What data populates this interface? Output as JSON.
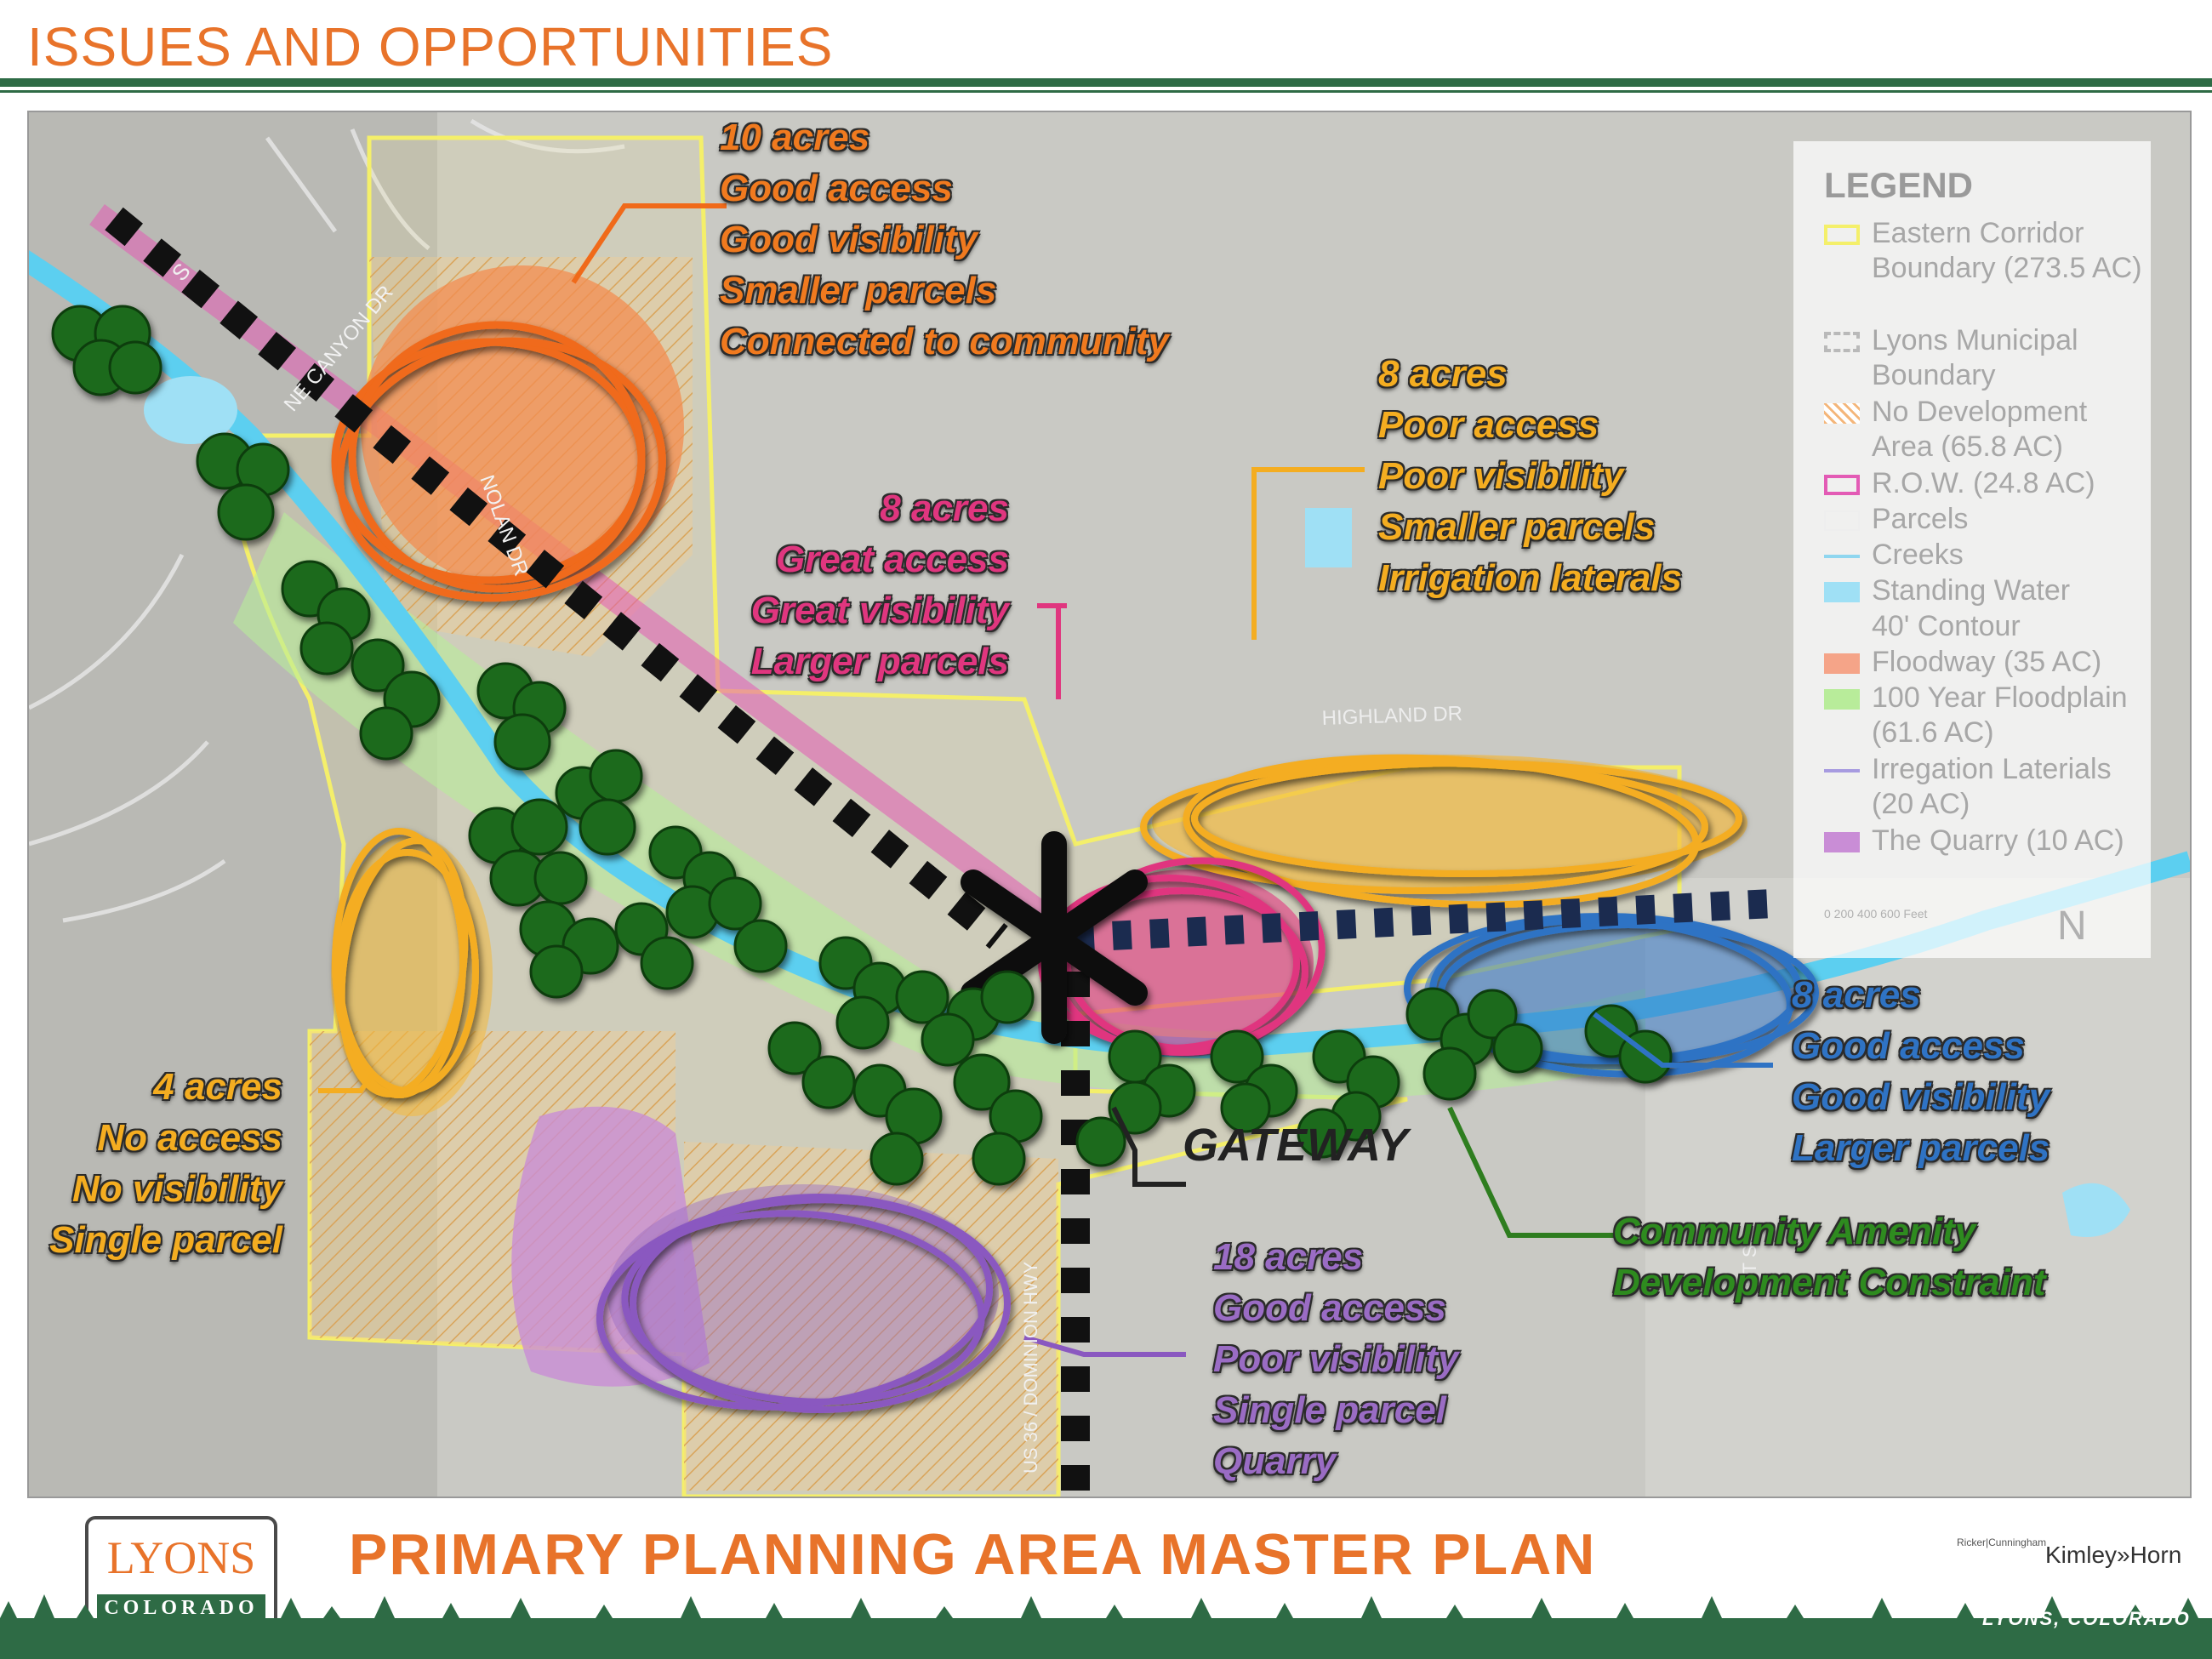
{
  "header": {
    "title": "ISSUES AND OPPORTUNITIES"
  },
  "map": {
    "street_labels": {
      "canyon": "NE CANYON DR",
      "nolan": "NOLAN DR",
      "highland": "HIGHLAND DR",
      "hwy": "US 36 / DOMINION HWY",
      "st": "ST ST",
      "s": "S"
    },
    "gateway_label": "GATEWAY"
  },
  "callouts": {
    "orange": [
      "10 acres",
      "Good access",
      "Good visibility",
      "Smaller parcels",
      "Connected to community"
    ],
    "yellow_top": [
      "8 acres",
      "Poor access",
      "Poor visibility",
      "Smaller parcels",
      "Irrigation laterals"
    ],
    "pink": [
      "8 acres",
      "Great access",
      "Great visibility",
      "Larger parcels"
    ],
    "blue": [
      "8 acres",
      "Good access",
      "Good visibility",
      "Larger parcels"
    ],
    "yellow_left": [
      "4 acres",
      "No access",
      "No visibility",
      "Single parcel"
    ],
    "purple": [
      "18 acres",
      "Good access",
      "Poor visibility",
      "Single parcel",
      "Quarry"
    ],
    "green": [
      "Community Amenity",
      "Development Constraint"
    ]
  },
  "legend": {
    "title": "LEGEND",
    "items": [
      {
        "label": "Eastern Corridor Boundary (273.5 AC)",
        "color": "#f4ef6a"
      },
      {
        "label": "Lyons Municipal Boundary",
        "color": "#b9b9b9"
      },
      {
        "label": "No Development Area (65.8 AC)",
        "color": "#f4b67a"
      },
      {
        "label": "R.O.W. (24.8 AC)",
        "color": "#e35bb5"
      },
      {
        "label": "Parcels",
        "color": "#ffffff"
      },
      {
        "label": "Creeks",
        "color": "#8fd6ef"
      },
      {
        "label": "Standing Water",
        "color": "#9fe0f5"
      },
      {
        "label": "40' Contour",
        "color": "#d8d8d8"
      },
      {
        "label": "Floodway (35 AC)",
        "color": "#f5a488"
      },
      {
        "label": "100 Year Floodplain (61.6 AC)",
        "color": "#b8ec9a"
      },
      {
        "label": "Irregation Laterials (20 AC)",
        "color": "#a79be0"
      },
      {
        "label": "The Quarry (10 AC)",
        "color": "#c98dd6"
      }
    ],
    "scale_labels": "0   200   400   600 Feet",
    "north": "N"
  },
  "footer": {
    "title": "PRIMARY PLANNING AREA MASTER PLAN",
    "logo_big": "LYONS",
    "logo_small": "COLORADO",
    "partner1": "Ricker|Cunningham",
    "partner2": "Kimley»Horn",
    "city": "LYONS, COLORADO"
  }
}
